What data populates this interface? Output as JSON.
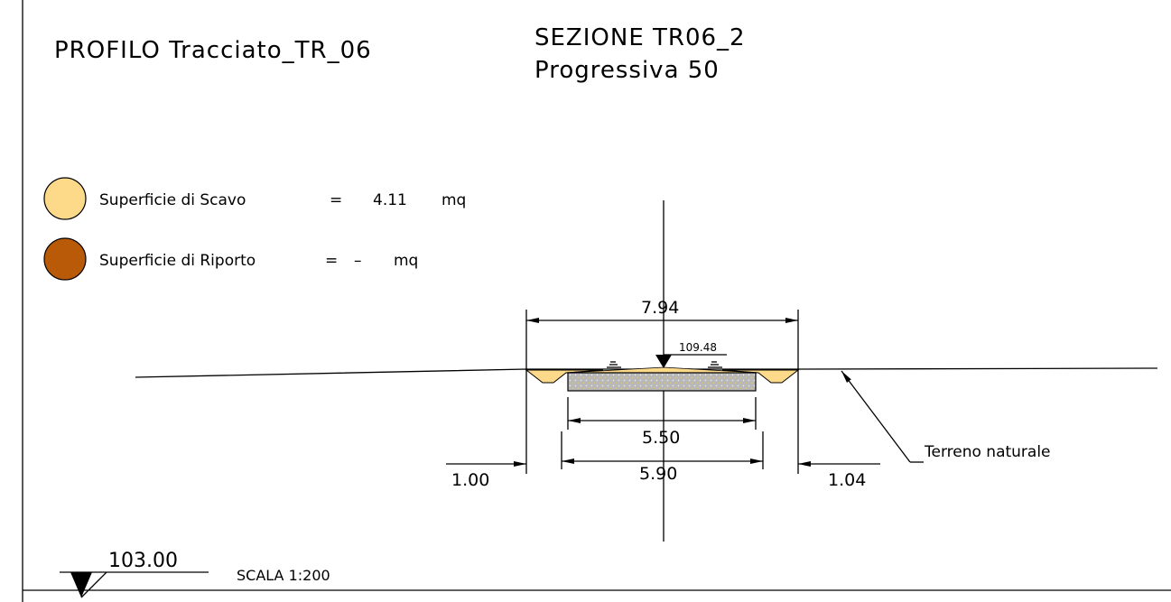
{
  "title": {
    "profile": "PROFILO Tracciato_TR_06",
    "section": "SEZIONE TR06_2",
    "progressive": "Progressiva 50"
  },
  "legend": {
    "excavation": {
      "label": "Superficie di Scavo",
      "equals": "=",
      "value": "4.11",
      "unit": "mq",
      "color": "#FDD98A"
    },
    "fill": {
      "label": "Superficie di Riporto",
      "equals": "=",
      "value": "–",
      "unit": "mq",
      "color": "#B85A08"
    }
  },
  "dimensions": {
    "total_width": "7.94",
    "axis_elevation": "109.48",
    "carriageway": "5.50",
    "platform": "5.90",
    "left_offset": "1.00",
    "right_offset": "1.04"
  },
  "annotations": {
    "terrain": "Terreno naturale"
  },
  "datum": {
    "elevation": "103.00",
    "scale": "SCALA 1:200"
  },
  "colors": {
    "excavation": "#FDD98A",
    "fill": "#B85A08",
    "pavement": "#BDBDBD"
  }
}
